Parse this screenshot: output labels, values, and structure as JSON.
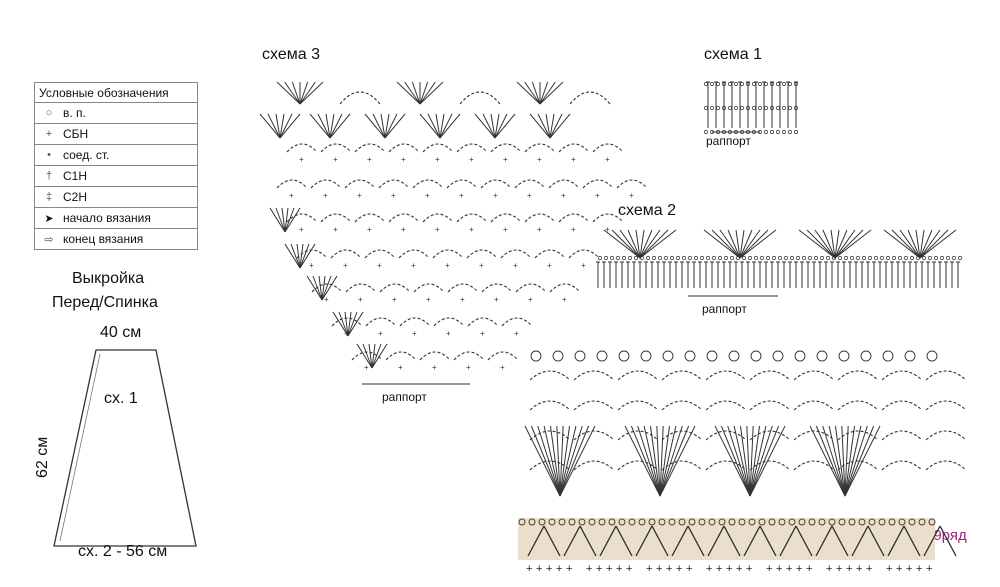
{
  "legend": {
    "title": "Условные обозначения",
    "items": [
      {
        "icon": "chain-stitch-icon",
        "glyph": "○",
        "label": "в. п."
      },
      {
        "icon": "single-crochet-icon",
        "glyph": "+",
        "label": "СБН"
      },
      {
        "icon": "slip-stitch-icon",
        "glyph": "•",
        "label": "соед. ст."
      },
      {
        "icon": "double-crochet-icon",
        "glyph": "†",
        "label": "С1Н"
      },
      {
        "icon": "treble-crochet-icon",
        "glyph": "‡",
        "label": "С2Н"
      },
      {
        "icon": "start-arrow-icon",
        "glyph": "➤",
        "label": "начало вязания"
      },
      {
        "icon": "end-arrow-icon",
        "glyph": "⇨",
        "label": "конец вязания"
      }
    ]
  },
  "pattern": {
    "title_line1": "Выкройка",
    "title_line2": "Перед/Спинка",
    "top_width": "40 см",
    "side_length": "62 см",
    "inner_label": "сх. 1",
    "bottom_label": "сх. 2 - 56 см"
  },
  "schemes": {
    "scheme3_title": "схема 3",
    "scheme1_title": "схема 1",
    "scheme2_title": "схема 2",
    "repeat": "раппорт",
    "row_label": "19ряд"
  },
  "colors": {
    "row_label": "#9b2a7a",
    "ink": "#333333",
    "band": "#e9dfcc"
  }
}
